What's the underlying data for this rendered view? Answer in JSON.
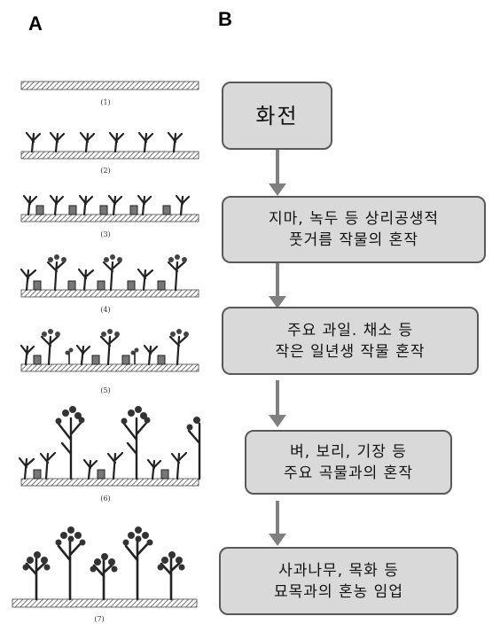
{
  "panels": {
    "left": "A",
    "right": "B"
  },
  "stages": [
    "(1)",
    "(2)",
    "(3)",
    "(4)",
    "(5)",
    "(6)",
    "(7)"
  ],
  "flow": [
    {
      "lines": [
        "화전"
      ]
    },
    {
      "lines": [
        "지마, 녹두 등 상리공생적",
        "풋거름 작물의 혼작"
      ]
    },
    {
      "lines": [
        "주요 과일. 채소 등",
        "작은 일년생 작물 혼작"
      ]
    },
    {
      "lines": [
        "벼, 보리, 기장 등",
        "주요 곡물과의 혼작"
      ]
    },
    {
      "lines": [
        "사과나무, 목화 등",
        "묘목과의 혼농 임업"
      ]
    }
  ]
}
